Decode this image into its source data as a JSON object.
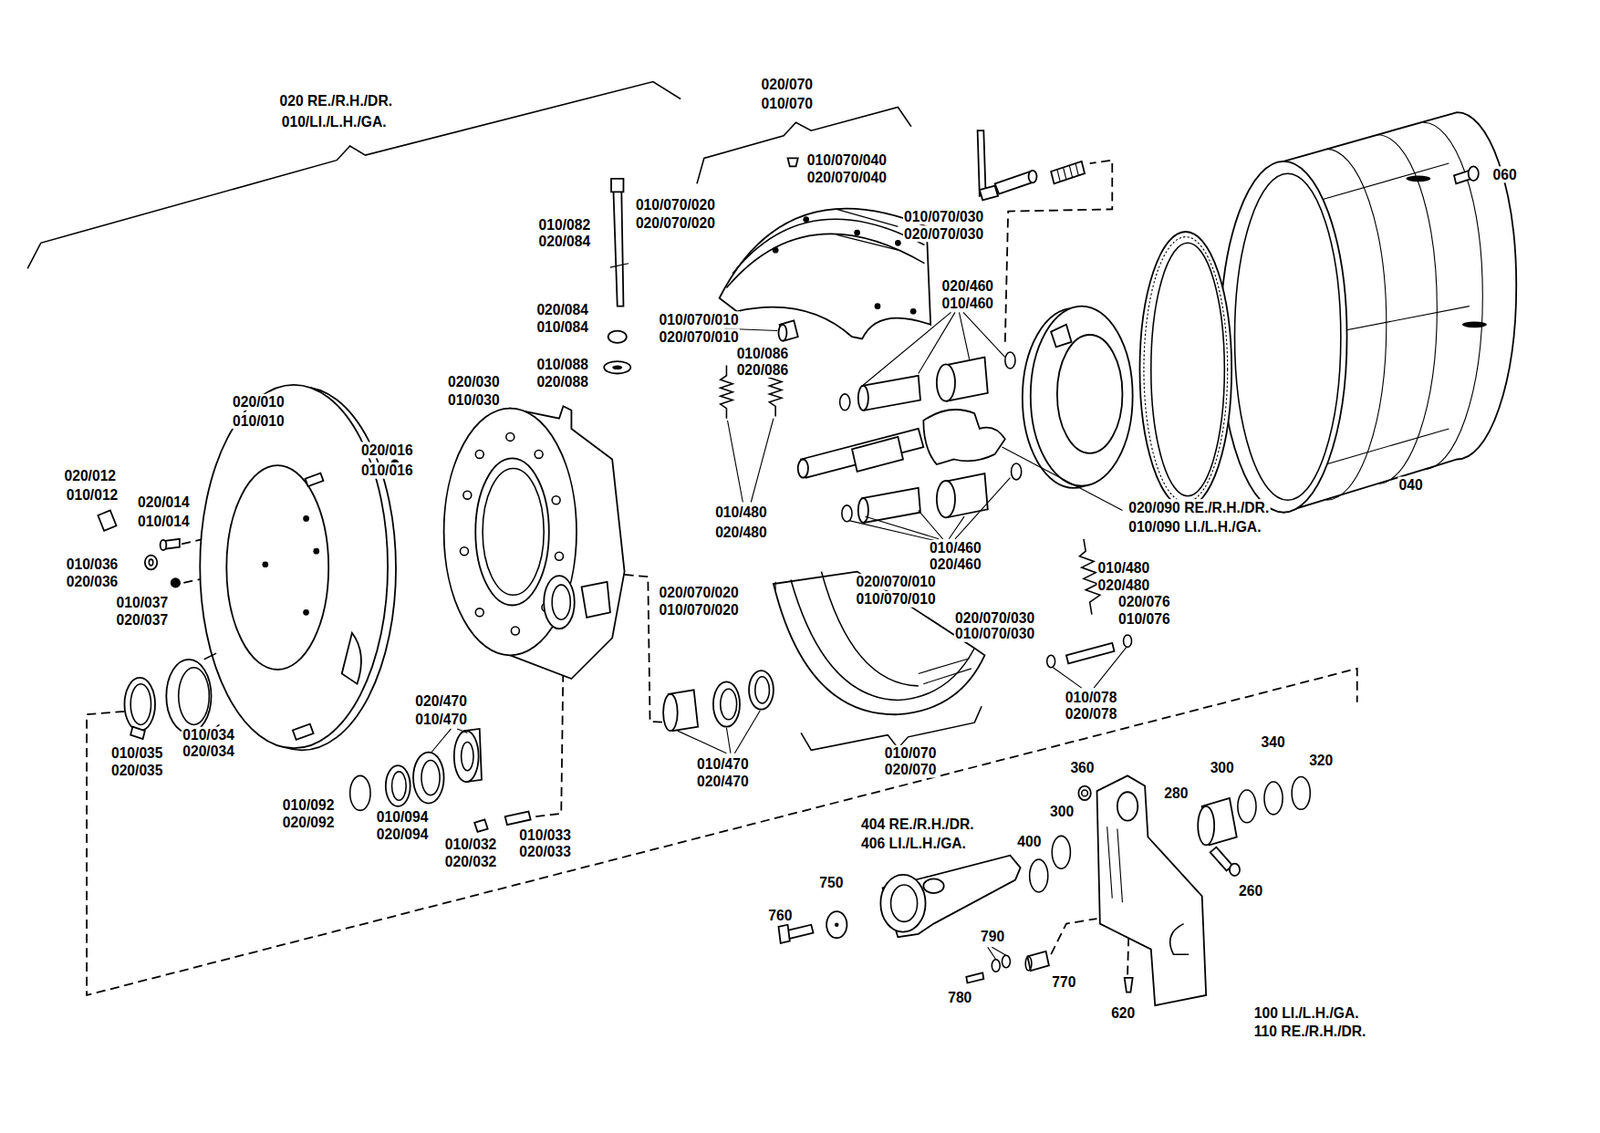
{
  "diagram": {
    "labels": [
      "020 RE./R.H./DR.",
      "010/LI./L.H./GA.",
      "020/070",
      "010/070",
      "010/070/040",
      "020/070/040",
      "060",
      "010/070/020",
      "020/070/020",
      "010/070/030",
      "020/070/030",
      "010/082",
      "020/084",
      "020/460",
      "010/460",
      "020/084",
      "010/084",
      "010/070/010",
      "020/070/010",
      "010/086",
      "020/086",
      "010/088",
      "020/088",
      "020/030",
      "010/030",
      "020/010",
      "010/010",
      "020/016",
      "010/016",
      "020/012",
      "010/012",
      "020/014",
      "010/014",
      "010/480",
      "020/480",
      "020/090 RE./R.H./DR.",
      "010/090 LI./L.H./GA.",
      "040",
      "010/036",
      "020/036",
      "010/037",
      "020/037",
      "010/460",
      "020/460",
      "020/070/020",
      "010/070/020",
      "020/070/010",
      "010/070/010",
      "010/480",
      "020/480",
      "020/076",
      "010/076",
      "020/070/030",
      "010/070/030",
      "010/078",
      "020/078",
      "020/470",
      "010/470",
      "010/034",
      "020/034",
      "010/035",
      "020/035",
      "010/470",
      "020/470",
      "010/070",
      "020/070",
      "360",
      "300",
      "340",
      "320",
      "404 RE./R.H./DR.",
      "406 LI./L.H./GA.",
      "280",
      "010/092",
      "020/092",
      "010/094",
      "020/094",
      "010/032",
      "020/032",
      "010/033",
      "020/033",
      "300",
      "400",
      "260",
      "750",
      "760",
      "790",
      "770",
      "780",
      "620",
      "100 LI./L.H./GA.",
      "110 RE./R.H./DR."
    ]
  }
}
